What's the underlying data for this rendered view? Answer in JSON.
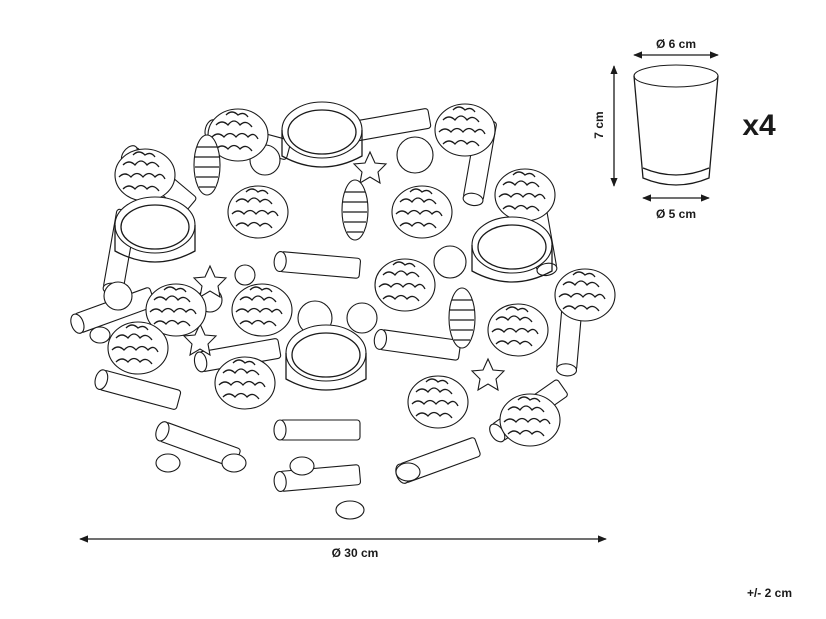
{
  "diagram": {
    "wreath_diameter_label": "Ø 30 cm",
    "tolerance_label": "+/- 2 cm",
    "holder": {
      "top_diameter_label": "Ø 6 cm",
      "bottom_diameter_label": "Ø 5 cm",
      "height_label": "7 cm",
      "quantity_label": "x4"
    }
  },
  "colors": {
    "line": "#1a1a1a",
    "background": "#ffffff"
  }
}
